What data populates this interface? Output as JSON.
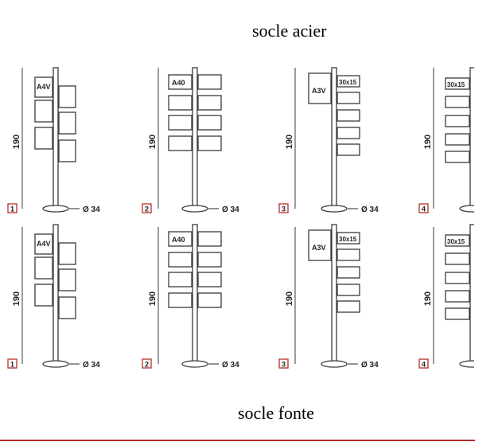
{
  "titles": {
    "top": "socle acier",
    "bottom": "socle fonte"
  },
  "height_label": "190",
  "diameter_label": "Ø 34",
  "rows": [
    {
      "name": "socle acier",
      "models": [
        {
          "number": "1",
          "panels": [
            "A4V"
          ]
        },
        {
          "number": "2",
          "panels": [
            "A40"
          ]
        },
        {
          "number": "3",
          "panels": [
            "A3V",
            "30x15"
          ]
        },
        {
          "number": "4",
          "panels": [
            "30x15"
          ]
        }
      ]
    },
    {
      "name": "socle fonte",
      "models": [
        {
          "number": "1",
          "panels": [
            "A4V"
          ]
        },
        {
          "number": "2",
          "panels": [
            "A40"
          ]
        },
        {
          "number": "3",
          "panels": [
            "A3V",
            "30x15"
          ]
        },
        {
          "number": "4",
          "panels": [
            "30x15"
          ]
        }
      ]
    }
  ],
  "colors": {
    "ink": "#3a3a3a",
    "badge": "#b5302a",
    "rule": "#b5302a"
  }
}
